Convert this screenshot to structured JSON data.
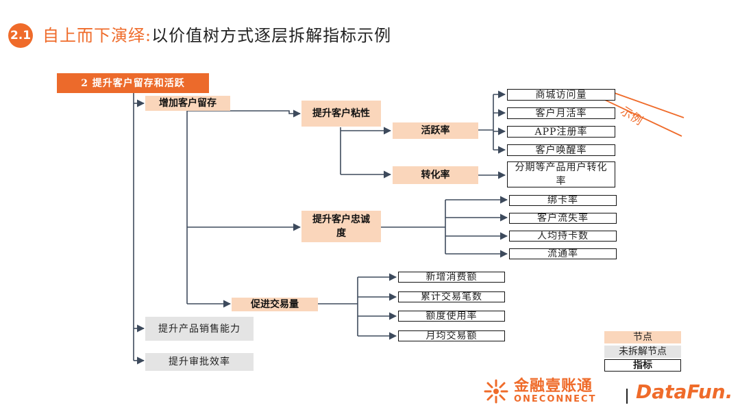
{
  "header": {
    "section_number": "2.1",
    "title_accent": "自上而下演绎:",
    "title_rest": "以价值树方式逐层拆解指标示例"
  },
  "tree": {
    "root": "2 提升客户留存和活跃",
    "increase_retention": "增加客户留存",
    "stickiness": "提升客户粘性",
    "activity_rate": "活跃率",
    "activity_leaves": [
      "商城访问量",
      "客户月活率",
      "APP注册率",
      "客户唤醒率"
    ],
    "conversion_rate": "转化率",
    "conversion_leaf": "分期等产品用户转化率",
    "loyalty": "提升客户忠诚度",
    "loyalty_leaves": [
      "绑卡率",
      "客户流失率",
      "人均持卡数",
      "流通率"
    ],
    "transaction": "促进交易量",
    "transaction_leaves": [
      "新增消费额",
      "累计交易笔数",
      "额度使用率",
      "月均交易额"
    ],
    "product_sales": "提升产品销售能力",
    "approval_efficiency": "提升审批效率"
  },
  "annotation": "示例",
  "legend": {
    "node": "节点",
    "unsplit_node": "未拆解节点",
    "indicator": "指标"
  },
  "footer": {
    "brand1_cn": "金融壹账通",
    "brand1_en": "ONECONNECT",
    "brand2": "DataFun."
  },
  "colors": {
    "accent": "#ef6b2a",
    "node_fill": "#fad6bb",
    "unsplit_fill": "#e4e4e4",
    "connector": "#3d4a5c"
  }
}
